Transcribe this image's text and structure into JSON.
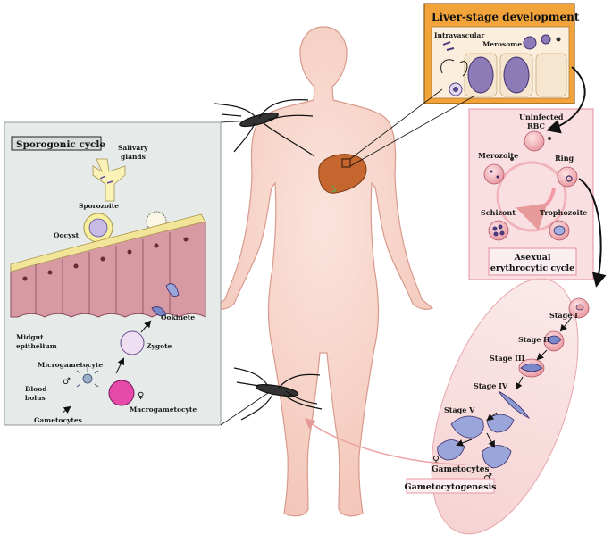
{
  "liver_stage": {
    "title": "Liver-stage development",
    "intravascular": "Intravascular",
    "merosome": "Merosome"
  },
  "asexual_cycle": {
    "uninfected_rbc": "Uninfected",
    "uninfected_rbc_2": "RBC",
    "merozoite": "Merozoite",
    "ring": "Ring",
    "schizont": "Schizont",
    "trophozoite": "Trophozoite",
    "title_line1": "Asexual",
    "title_line2": "erythrocytic cycle"
  },
  "sporogonic": {
    "title": "Sporogonic cycle",
    "salivary_glands_1": "Salivary",
    "salivary_glands_2": "glands",
    "sporozoite": "Sporozoite",
    "oocyst": "Oocyst",
    "ookinete": "Ookinete",
    "midgut_1": "Midgut",
    "midgut_2": "epithelium",
    "zygote": "Zygote",
    "microgametocyte": "Microgametocyte",
    "blood_1": "Blood",
    "blood_2": "bolus",
    "macrogametocyte": "Macrogametocyte",
    "gametocytes": "Gametocytes",
    "male": "♂",
    "female": "♀"
  },
  "gametocytogenesis": {
    "stage_1": "Stage I",
    "stage_2": "Stage II",
    "stage_3": "Stage III",
    "stage_4": "Stage IV",
    "stage_5": "Stage V",
    "gametocytes": "Gametocytes",
    "title": "Gametocytogenesis",
    "female": "♀",
    "male": "♂"
  },
  "colors": {
    "liver_box": "#f2a33a",
    "rbc_pink": "#f4b8bd",
    "sporogonic_bg": "#e6ebea",
    "ellipse_bg": "#f9e1e1",
    "liver_organ": "#c4662d",
    "body_skin": "#f8d9cf"
  }
}
